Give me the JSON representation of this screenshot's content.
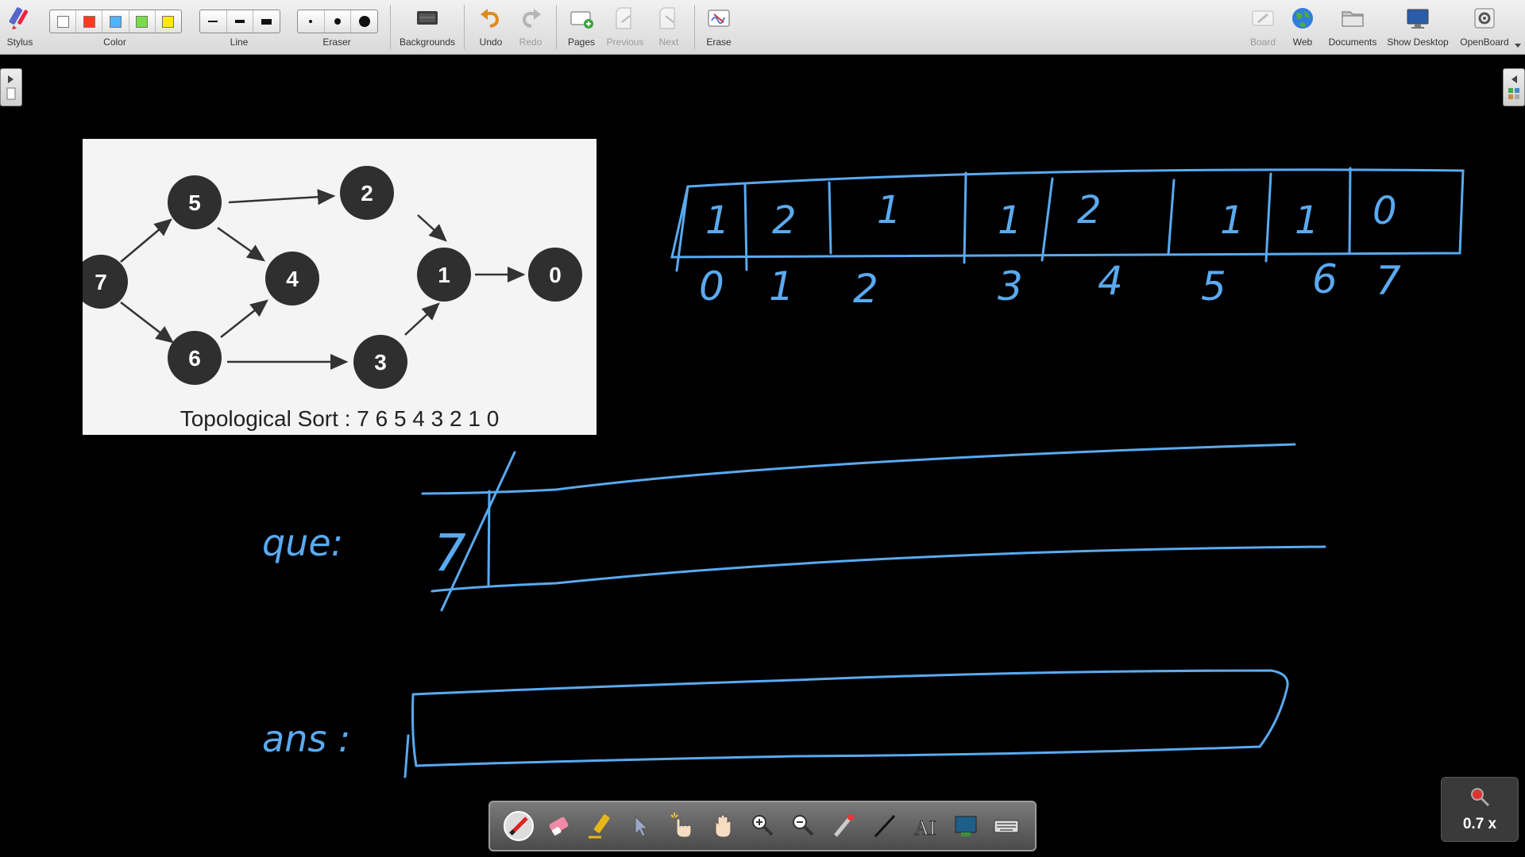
{
  "toolbar": {
    "stylus": "Stylus",
    "color": "Color",
    "line": "Line",
    "eraser": "Eraser",
    "backgrounds": "Backgrounds",
    "undo": "Undo",
    "redo": "Redo",
    "pages": "Pages",
    "previous": "Previous",
    "next": "Next",
    "erase": "Erase",
    "board": "Board",
    "web": "Web",
    "documents": "Documents",
    "show_desktop": "Show Desktop",
    "openboard": "OpenBoard"
  },
  "colors": {
    "palette": [
      "#ffffff",
      "#ff3b1f",
      "#4fb3ff",
      "#7bdc4a",
      "#ffea00"
    ],
    "ink": "#5aaaf0",
    "node": "#2f2f2f"
  },
  "graph_image": {
    "caption": "Topological Sort : 7 6 5 4 3 2 1 0",
    "nodes": [
      "5",
      "2",
      "7",
      "4",
      "1",
      "0",
      "6",
      "3"
    ]
  },
  "handwriting": {
    "array_values": [
      "1",
      "2",
      "1",
      "1",
      "2",
      "1",
      "1",
      "0"
    ],
    "array_indices": [
      "0",
      "1",
      "2",
      "3",
      "4",
      "5",
      "6",
      "7"
    ],
    "queue_label": "que:",
    "queue_value": "7",
    "ans_label": "ans :"
  },
  "bottom_toolbar": {
    "tools": [
      "pen-tool",
      "eraser-tool",
      "marker-tool",
      "selector-tool",
      "interact-tool",
      "hand-tool",
      "zoom-in-tool",
      "zoom-out-tool",
      "laser-tool",
      "line-tool",
      "text-tool",
      "capture-tool",
      "keyboard-tool"
    ]
  },
  "zoom": {
    "value": "0.7 x"
  }
}
